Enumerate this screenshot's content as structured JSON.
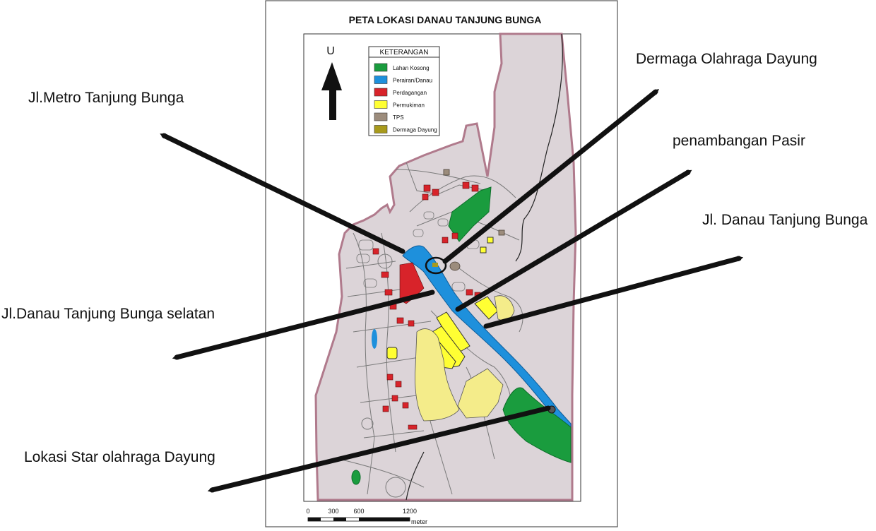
{
  "map": {
    "title": "PETA LOKASI DANAU TANJUNG BUNGA",
    "north_label": "U",
    "legend": {
      "title": "KETERANGAN",
      "items": [
        {
          "label": "Lahan Kosong",
          "color": "#1a9c3e"
        },
        {
          "label": "Perairan/Danau",
          "color": "#1e90dc"
        },
        {
          "label": "Perdagangan",
          "color": "#d8232a"
        },
        {
          "label": "Permukiman",
          "color": "#ffff33"
        },
        {
          "label": "TPS",
          "color": "#9c8c7c"
        },
        {
          "label": "Dermaga Dayung",
          "color": "#a89a1c"
        }
      ]
    },
    "scale": {
      "ticks": [
        "0",
        "300",
        "600",
        "1200"
      ],
      "unit": "meter"
    }
  },
  "callouts": {
    "jl_metro": "Jl.Metro Tanjung Bunga",
    "dermaga": "Dermaga Olahraga Dayung",
    "penambangan": "penambangan Pasir",
    "jl_danau": "Jl. Danau Tanjung Bunga",
    "jl_danau_selatan": "Jl.Danau Tanjung Bunga selatan",
    "lokasi_start": "Lokasi Star olahraga Dayung"
  },
  "colors": {
    "land": "#dcd4d8",
    "coast": "#b07a8c",
    "water": "#1e90dc",
    "vacant": "#1a9c3e",
    "commercial": "#d8232a",
    "residential": "#ffff33",
    "residential_pale": "#f4ec8a",
    "tps": "#9c8c7c",
    "arrow": "#111111"
  }
}
